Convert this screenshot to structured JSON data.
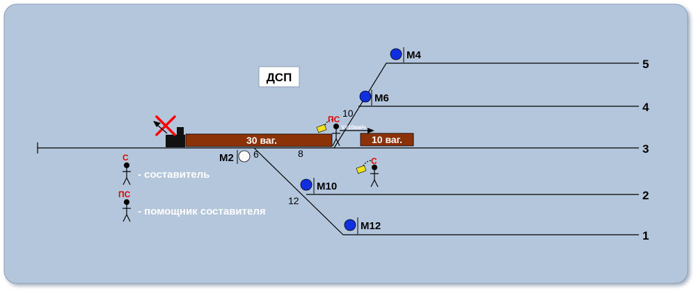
{
  "dsp_label": "ДСП",
  "tracks": [
    "5",
    "4",
    "3",
    "2",
    "1"
  ],
  "signals": {
    "m4": "М4",
    "m6": "М6",
    "m2": "М2",
    "m10": "М10",
    "m12": "М12"
  },
  "switches": {
    "sw10": "10",
    "sw6": "6",
    "sw8": "8",
    "sw12": "12"
  },
  "wagons": {
    "long": "30 ваг.",
    "short": "10 ваг."
  },
  "speed": "V=10км/ч",
  "workers": {
    "c_short": "С",
    "pc_short": "ПС"
  },
  "legend": {
    "c_label": "- составитель",
    "pc_label": "- помощник составителя"
  },
  "colors": {
    "background": "#b4c6dc",
    "wagon": "#8b3208",
    "signal_blue": "#1030e0",
    "signal_white": "#ffffff",
    "cross": "#ff0000",
    "flag": "#f0e020"
  }
}
